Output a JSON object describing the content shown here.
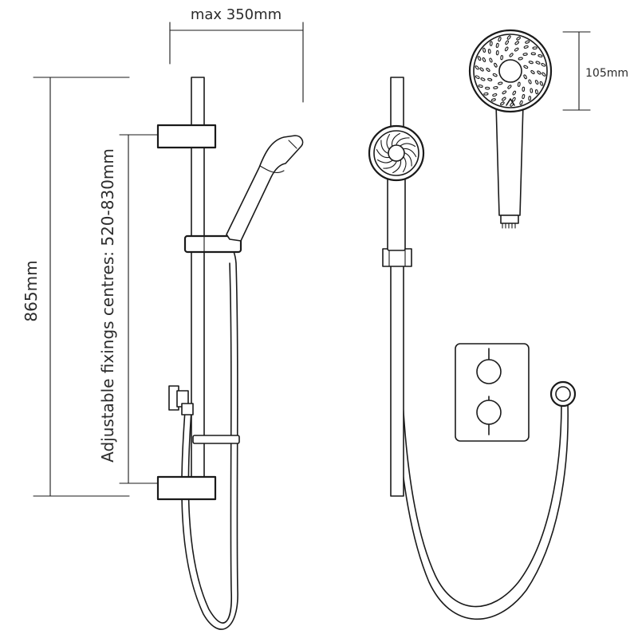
{
  "dimensions": {
    "max_width": "max 350mm",
    "total_height": "865mm",
    "fixing_centres": "Adjustable fixings centres: 520-830mm",
    "head_diameter": "105mm"
  }
}
